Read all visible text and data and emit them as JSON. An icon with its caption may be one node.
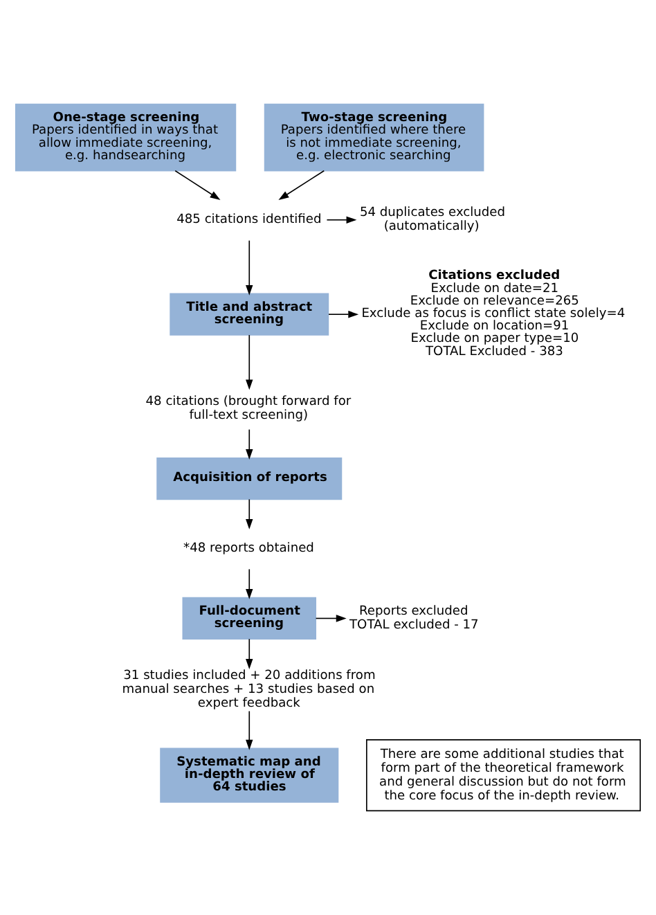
{
  "diagram": {
    "nodes": [
      {
        "text": [
          "One-stage screening",
          "Papers identified in ways that allow immediate screening, e.g. handsearching"
        ]
      },
      {
        "text": [
          "Two-stage screening",
          "Papers identified where there is not immediate screening, e.g. electronic searching"
        ]
      },
      {
        "text": [
          "485 citations identified"
        ]
      },
      {
        "text": [
          "54 duplicates excluded (automatically)"
        ]
      },
      {
        "text": [
          "Title and abstract screening"
        ]
      },
      {
        "text": [
          "Citations excluded",
          "Exclude on date=21",
          "Exclude on relevance=265",
          "Exclude as focus is conflict state solely=4",
          "Exclude on location=91",
          "Exclude on paper type=10",
          "TOTAL Excluded - 383"
        ]
      },
      {
        "text": [
          "48 citations (brought forward for full-text screening)"
        ]
      },
      {
        "text": [
          "Acquisition of reports"
        ]
      },
      {
        "text": [
          "*48 reports obtained"
        ]
      },
      {
        "text": [
          "Full-document screening"
        ]
      },
      {
        "text": [
          "Reports excluded",
          "TOTAL excluded - 17"
        ]
      },
      {
        "text": [
          "31 studies included + 20 additions from manual searches + 13 studies based on expert feedback"
        ]
      },
      {
        "text": [
          "Systematic map and in-depth review of 64 studies"
        ]
      },
      {
        "text": [
          "There are some additional studies that form part of the theoretical framework and general discussion but do not form the core focus of the in-depth review."
        ]
      }
    ],
    "edges": [
      {
        "from": 0,
        "to": 2,
        "arrow": "to"
      },
      {
        "from": 1,
        "to": 2,
        "arrow": "to"
      },
      {
        "from": 2,
        "to": 3,
        "arrow": "to"
      },
      {
        "from": 2,
        "to": 4,
        "arrow": "to"
      },
      {
        "from": 4,
        "to": 5,
        "arrow": "to"
      },
      {
        "from": 4,
        "to": 6,
        "arrow": "to"
      },
      {
        "from": 6,
        "to": 7,
        "arrow": "to"
      },
      {
        "from": 7,
        "to": 8,
        "arrow": "to"
      },
      {
        "from": 8,
        "to": 9,
        "arrow": "to"
      },
      {
        "from": 9,
        "to": 10,
        "arrow": "to"
      },
      {
        "from": 9,
        "to": 11,
        "arrow": "to"
      },
      {
        "from": 11,
        "to": 12,
        "arrow": "to"
      }
    ]
  }
}
